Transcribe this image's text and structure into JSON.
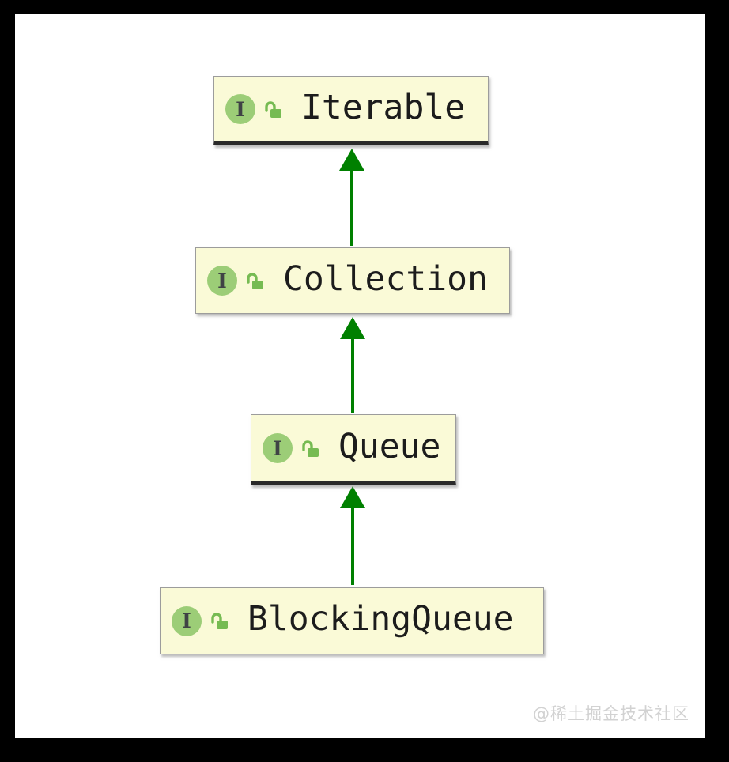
{
  "diagram": {
    "type": "interface-inheritance-hierarchy",
    "nodes": [
      {
        "id": "iterable",
        "label": "Iterable",
        "kind": "interface",
        "underlined": true
      },
      {
        "id": "collection",
        "label": "Collection",
        "kind": "interface",
        "underlined": false
      },
      {
        "id": "queue",
        "label": "Queue",
        "kind": "interface",
        "underlined": true
      },
      {
        "id": "blockingqueue",
        "label": "BlockingQueue",
        "kind": "interface",
        "underlined": false
      }
    ],
    "edges": [
      {
        "from": "Collection",
        "to": "Iterable",
        "relation": "extends"
      },
      {
        "from": "Queue",
        "to": "Collection",
        "relation": "extends"
      },
      {
        "from": "BlockingQueue",
        "to": "Queue",
        "relation": "extends"
      }
    ],
    "icons": {
      "interface_badge_letter": "I",
      "lock_icon": "unlocked-padlock"
    },
    "colors": {
      "canvas_bg": "#ffffff",
      "frame_bg": "#000000",
      "node_bg": "#fafad7",
      "node_border": "#9c9c9c",
      "node_underline": "#2a2a2a",
      "arrow_green": "#008000",
      "interface_badge_bg": "#9ccd77",
      "interface_badge_letter_color": "#3f4345",
      "lock_green": "#76bb52",
      "label_color": "#1c1c1c",
      "watermark_color": "#d2d2d2"
    }
  },
  "watermark": {
    "text": "@稀土掘金技术社区"
  }
}
